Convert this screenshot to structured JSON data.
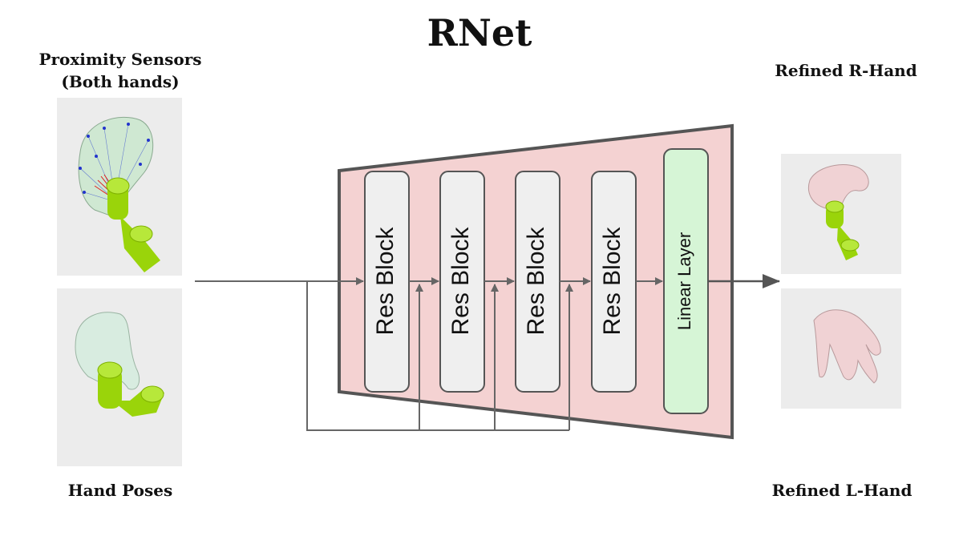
{
  "title": "RNet",
  "inputs": {
    "sensors_label_line1": "Proximity Sensors",
    "sensors_label_line2": "(Both hands)",
    "poses_label": "Hand Poses"
  },
  "outputs": {
    "right_label": "Refined R-Hand",
    "left_label": "Refined L-Hand"
  },
  "network": {
    "blocks": [
      "Res Block",
      "Res Block",
      "Res Block",
      "Res Block"
    ],
    "final_layer": "Linear Layer"
  },
  "colors": {
    "trapezoid_fill": "#f4d2d2",
    "trapezoid_stroke": "#555555",
    "block_fill": "#efefef",
    "linear_fill": "#d6f5d6",
    "arrow": "#666666",
    "object_green": "#9ad40a",
    "hand_green": "#cfe8d2",
    "hand_pink": "#f0d2d4",
    "panel_bg": "#ececec"
  }
}
